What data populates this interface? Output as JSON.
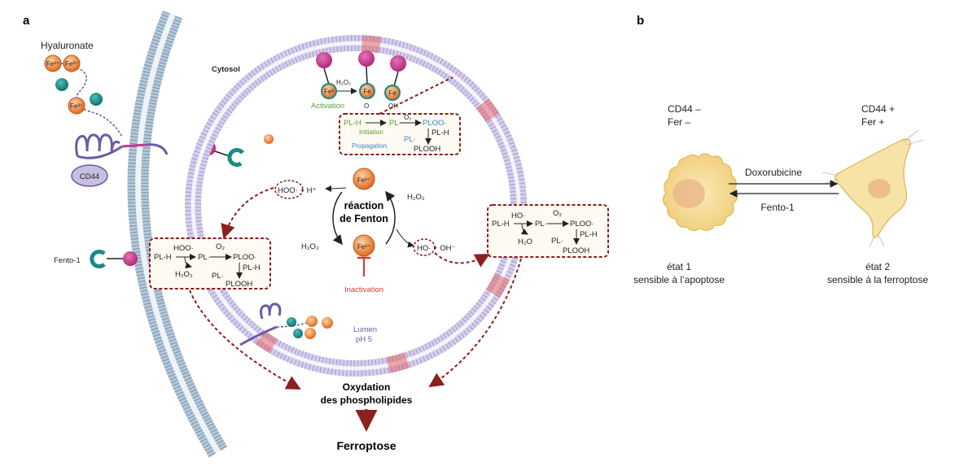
{
  "panel_a": {
    "letter": "a",
    "hyaluronate": "Hyaluronate",
    "cd44": "CD44",
    "fento1": "Fento-1",
    "cytosol": "Cytosol",
    "lumen_line1": "Lumen",
    "lumen_line2": "pH 5",
    "fenton_line1": "réaction",
    "fenton_line2": "de Fenton",
    "inactivation": "Inactivation",
    "activation": "Activation",
    "initiation": "Initiation",
    "propagation": "Propagation",
    "oxidation_line1": "Oxydation",
    "oxidation_line2": "des phospholipides",
    "ferroptose": "Ferroptose",
    "chem": {
      "fe2": "Fe²⁺",
      "fe3": "Fe³⁺",
      "fe2_small": "Fe²",
      "fe": "Fe",
      "h2o2": "H₂O₂",
      "hoo_h": "HOO· + H⁺",
      "ho_oh": "HO· + OH⁻",
      "hoo": "HOO·",
      "ho": "HO·",
      "pl_h": "PL-H",
      "pl_rad": "PL·",
      "o2": "O₂",
      "ploo": "PLOO·",
      "plooh": "PLOOH",
      "h2o": "H₂O",
      "o": "O",
      "oh": "OH"
    }
  },
  "panel_b": {
    "letter": "b",
    "state1_markers": [
      "CD44 –",
      "Fer –"
    ],
    "state2_markers": [
      "CD44 +",
      "Fer +"
    ],
    "arrow_forward": "Doxorubicine",
    "arrow_back": "Fento-1",
    "state1_label": [
      "état 1",
      "sensible à l’apoptose"
    ],
    "state2_label": [
      "état 2",
      "sensible à la ferroptose"
    ]
  },
  "colors": {
    "dark_red": "#8b2020",
    "membrane_blue": "#9fb6cc",
    "lysosome_lilac": "#c6bfe0",
    "magenta": "#c23a8e",
    "teal": "#1a8a84",
    "iron_orange": "#ef8a3c",
    "cell_yellow": "#f7e3a6",
    "nucleus": "#eab98a"
  }
}
